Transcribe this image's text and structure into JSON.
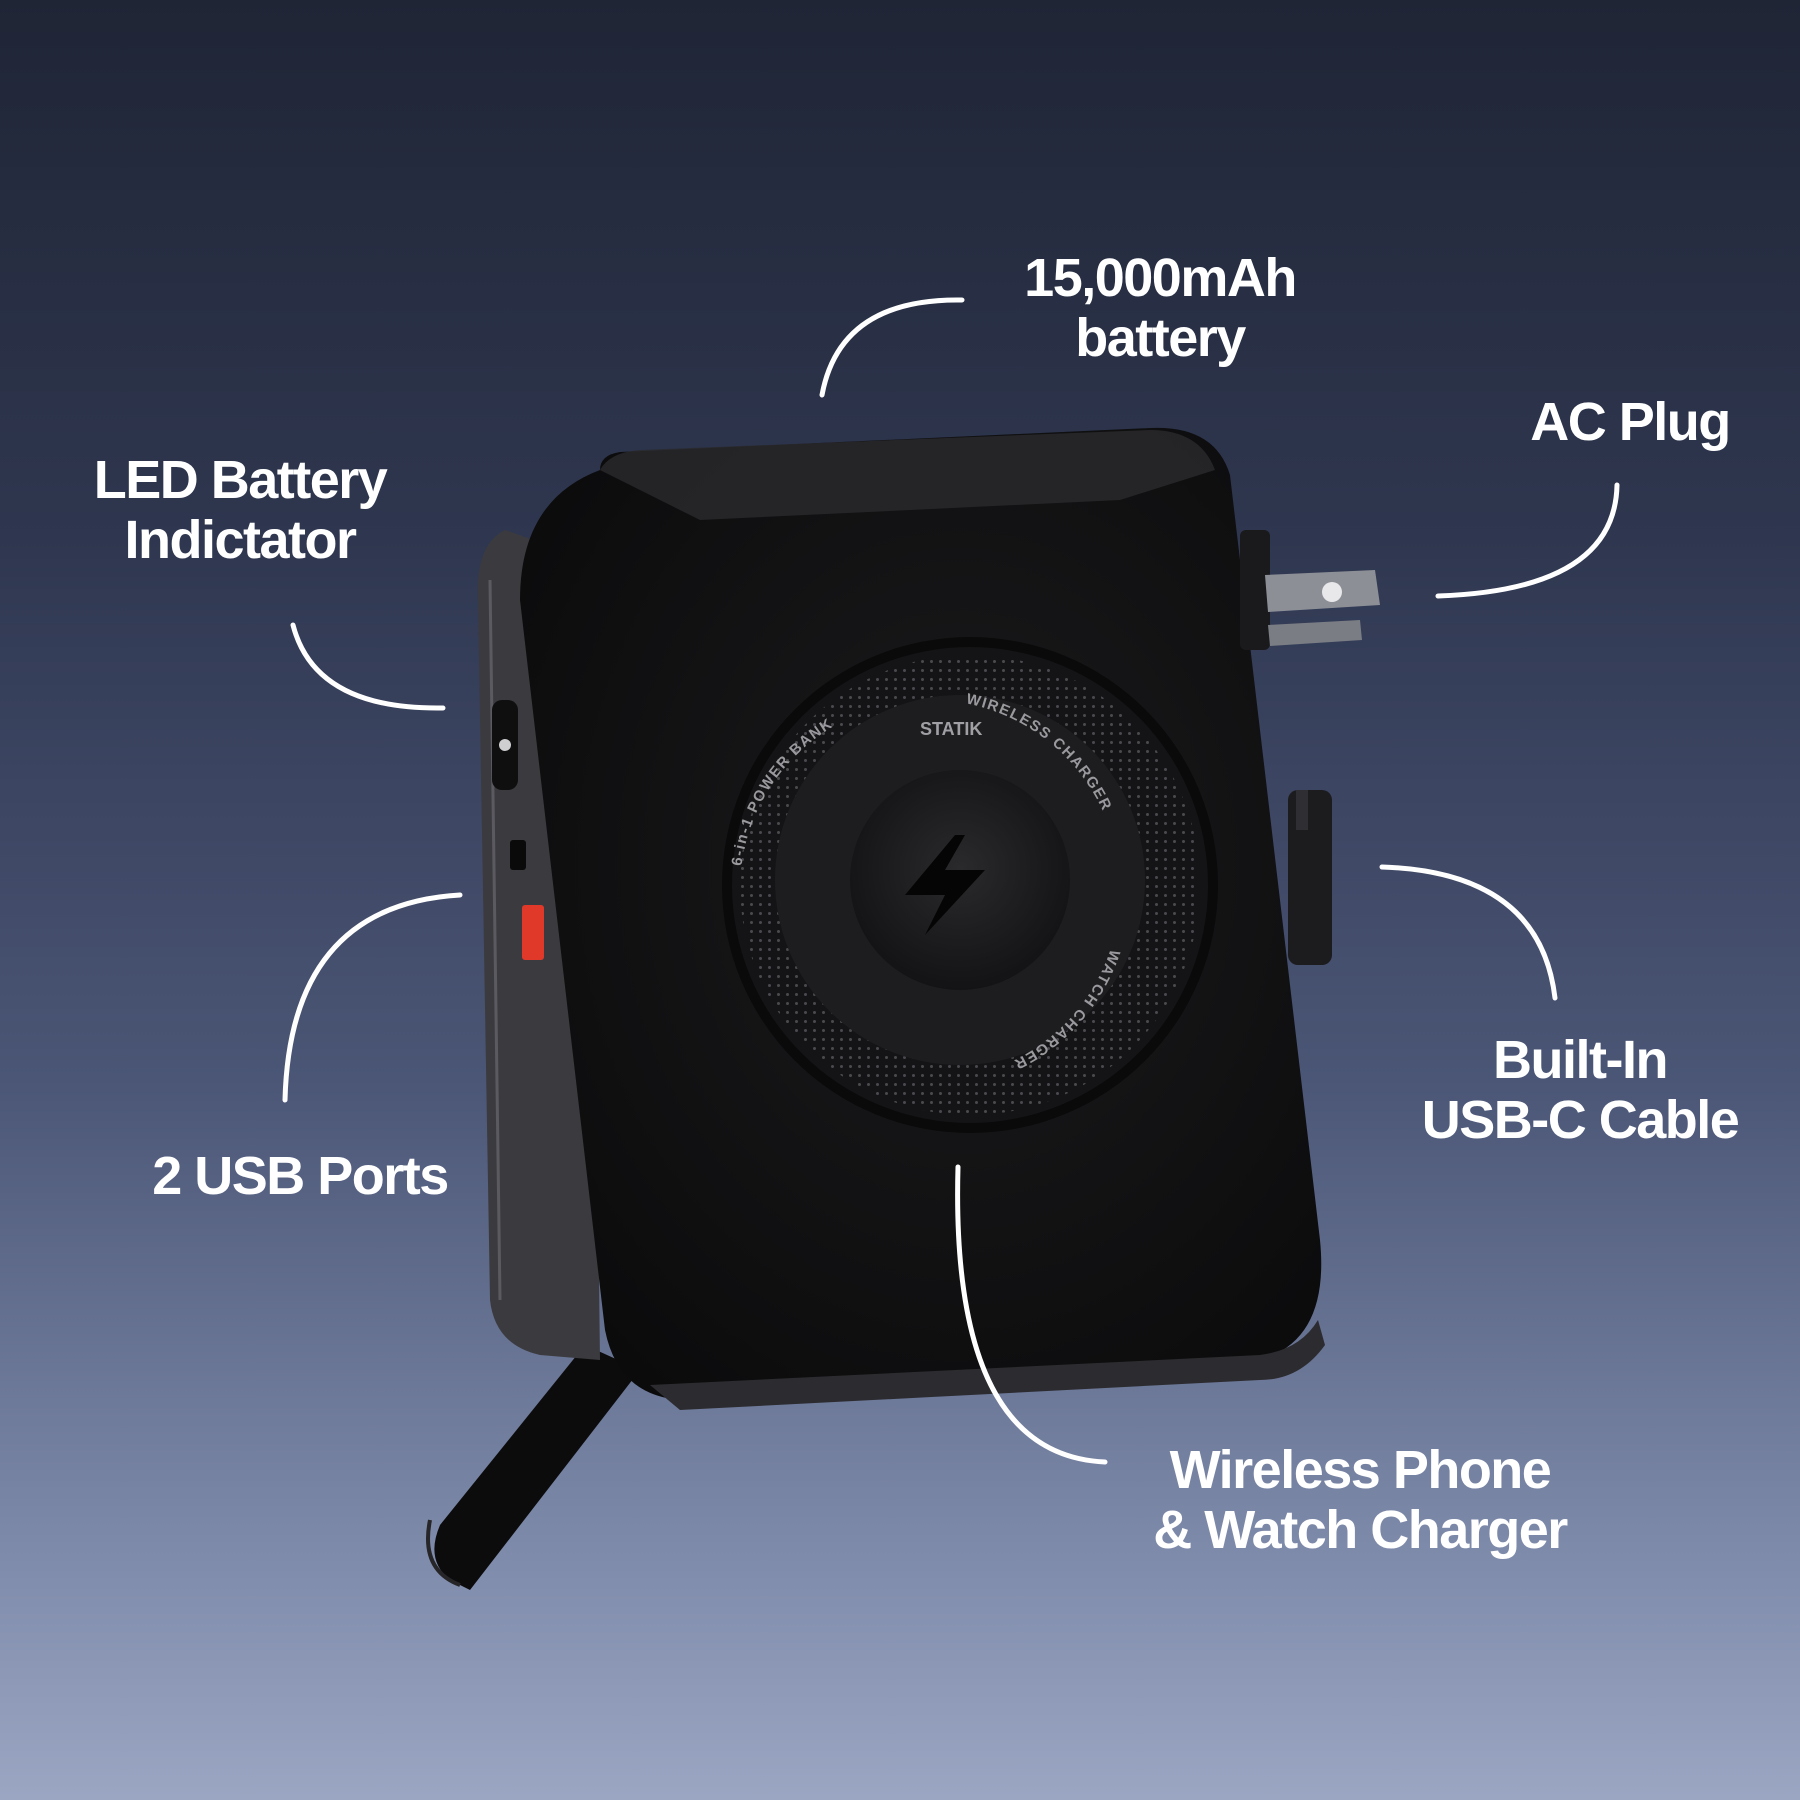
{
  "background": {
    "top_color": "#1f2535",
    "bottom_color": "#9aa6c2"
  },
  "product": {
    "name": "power-bank",
    "brand_text": "STATIK",
    "ring_texts": [
      "6-in-1 POWER BANK",
      "WATCH CHARGER",
      "WIRELESS CHARGER"
    ],
    "indicator_color": "#e0392a"
  },
  "callouts": {
    "battery": {
      "line1": "15,000mAh",
      "line2": "battery"
    },
    "ac_plug": {
      "line1": "AC Plug"
    },
    "led": {
      "line1": "LED Battery",
      "line2": "Indictator"
    },
    "usb": {
      "line1": "2 USB Ports"
    },
    "cable": {
      "line1": "Built-In",
      "line2": "USB-C Cable"
    },
    "wireless": {
      "line1": "Wireless Phone",
      "line2": "& Watch Charger"
    }
  }
}
